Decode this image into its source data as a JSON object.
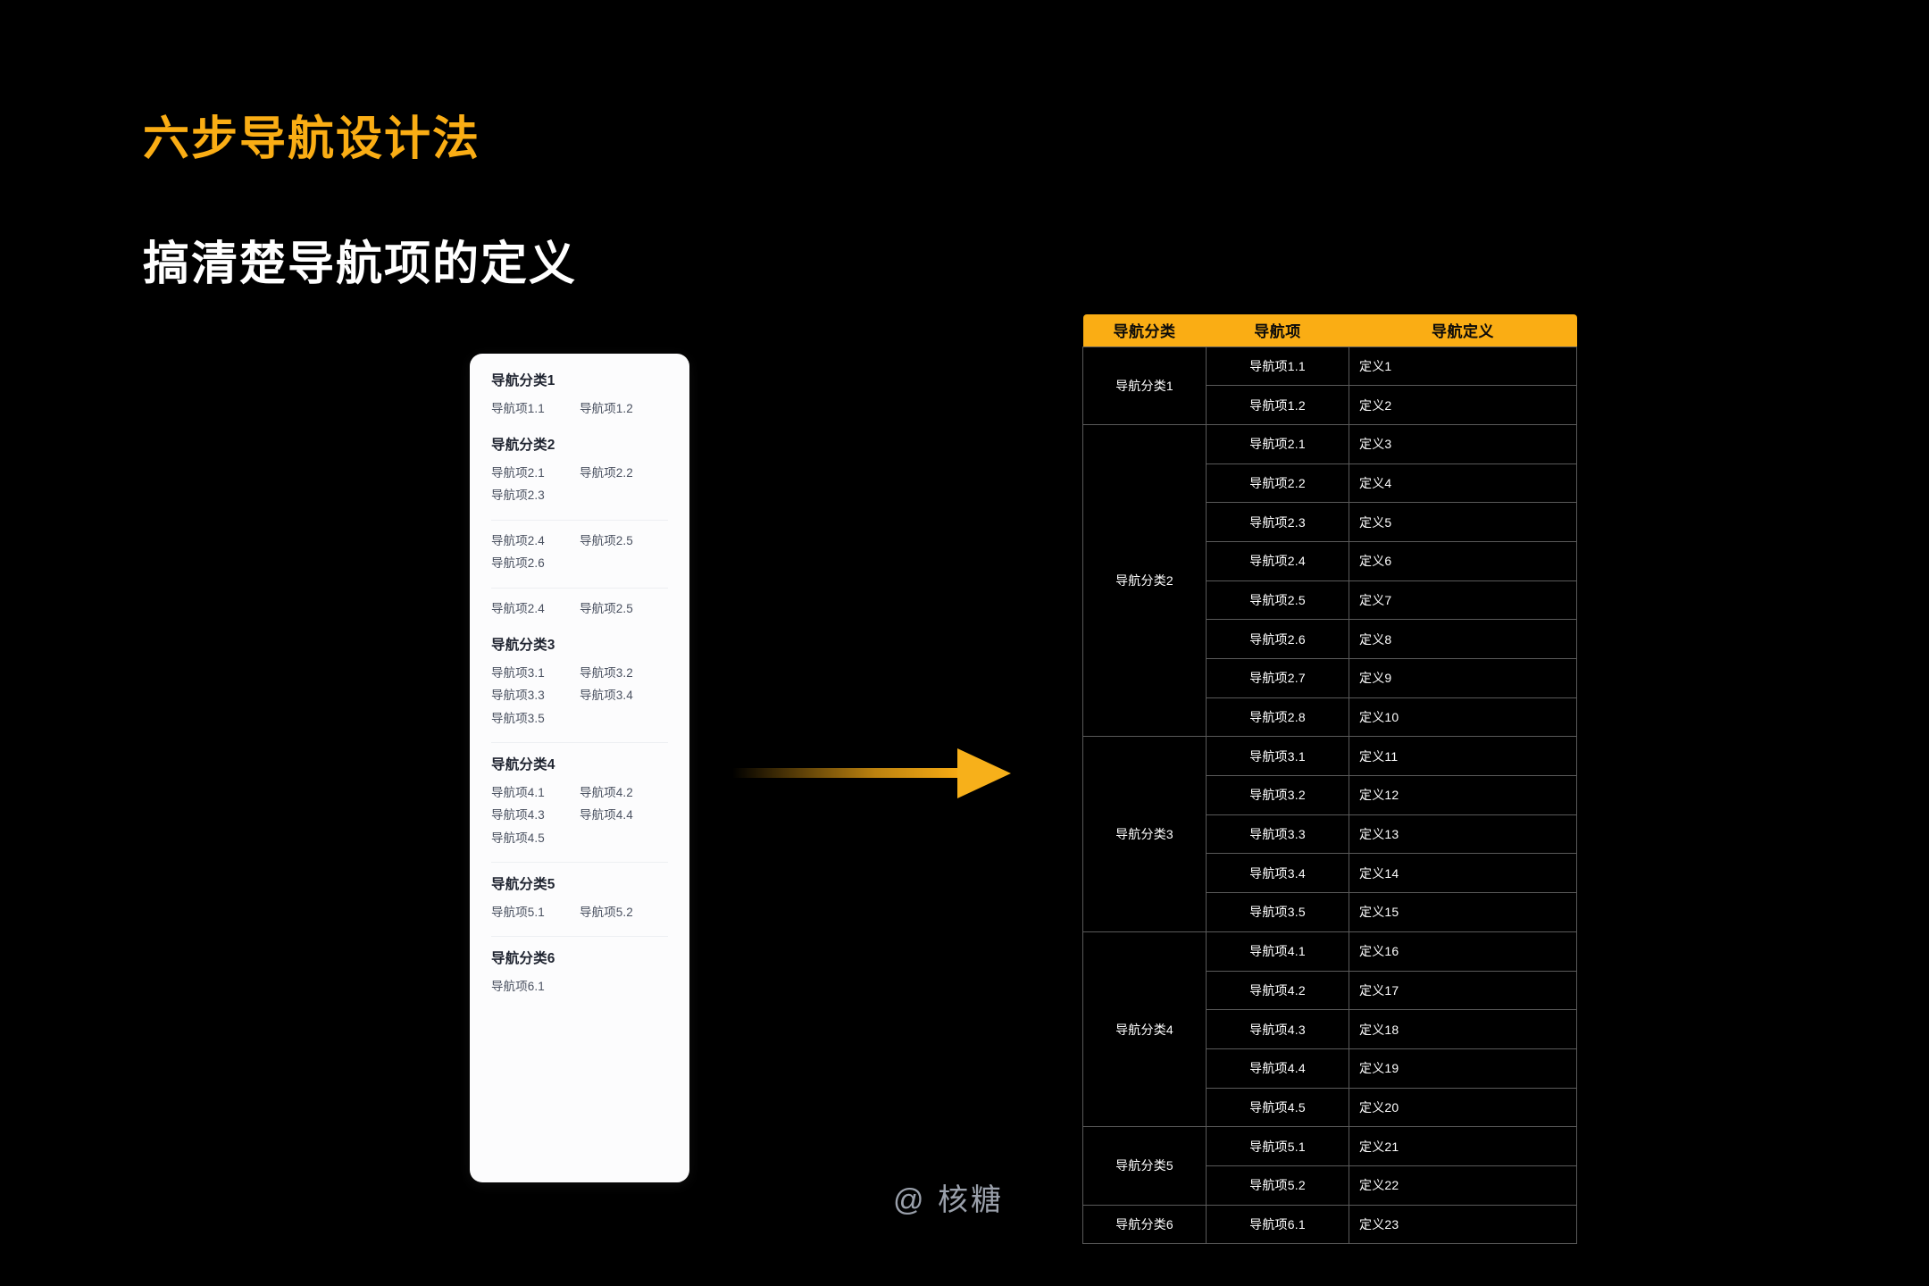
{
  "slide": {
    "title": "六步导航设计法",
    "subtitle": "搞清楚导航项的定义",
    "background_color": "#000000",
    "accent_color": "#FAAD14",
    "watermark": "@ 核糖"
  },
  "nav_card": {
    "blocks": [
      {
        "type": "group",
        "title": "导航分类1",
        "items": [
          "导航项1.1",
          "导航项1.2"
        ]
      },
      {
        "type": "group",
        "title": "导航分类2",
        "items": [
          "导航项2.1",
          "导航项2.2",
          "导航项2.3"
        ]
      },
      {
        "type": "divider"
      },
      {
        "type": "items-only",
        "items": [
          "导航项2.4",
          "导航项2.5",
          "导航项2.6"
        ]
      },
      {
        "type": "divider"
      },
      {
        "type": "items-only",
        "items": [
          "导航项2.4",
          "导航项2.5"
        ]
      },
      {
        "type": "group",
        "title": "导航分类3",
        "items": [
          "导航项3.1",
          "导航项3.2",
          "导航项3.3",
          "导航项3.4",
          "导航项3.5"
        ]
      },
      {
        "type": "divider"
      },
      {
        "type": "group",
        "title": "导航分类4",
        "items": [
          "导航项4.1",
          "导航项4.2",
          "导航项4.3",
          "导航项4.4",
          "导航项4.5"
        ]
      },
      {
        "type": "divider"
      },
      {
        "type": "group",
        "title": "导航分类5",
        "items": [
          "导航项5.1",
          "导航项5.2"
        ]
      },
      {
        "type": "divider"
      },
      {
        "type": "group",
        "title": "导航分类6",
        "items": [
          "导航项6.1"
        ]
      }
    ]
  },
  "arrow": {
    "direction": "right",
    "color": "#FAAD14"
  },
  "nav_table": {
    "columns": [
      "导航分类",
      "导航项",
      "导航定义"
    ],
    "header_bg": "#FAAD14",
    "header_text_color": "#0A0A0A",
    "groups": [
      {
        "category": "导航分类1",
        "rows": [
          {
            "item": "导航项1.1",
            "definition": "定义1"
          },
          {
            "item": "导航项1.2",
            "definition": "定义2"
          }
        ]
      },
      {
        "category": "导航分类2",
        "rows": [
          {
            "item": "导航项2.1",
            "definition": "定义3"
          },
          {
            "item": "导航项2.2",
            "definition": "定义4"
          },
          {
            "item": "导航项2.3",
            "definition": "定义5"
          },
          {
            "item": "导航项2.4",
            "definition": "定义6"
          },
          {
            "item": "导航项2.5",
            "definition": "定义7"
          },
          {
            "item": "导航项2.6",
            "definition": "定义8"
          },
          {
            "item": "导航项2.7",
            "definition": "定义9"
          },
          {
            "item": "导航项2.8",
            "definition": "定义10"
          }
        ]
      },
      {
        "category": "导航分类3",
        "rows": [
          {
            "item": "导航项3.1",
            "definition": "定义11"
          },
          {
            "item": "导航项3.2",
            "definition": "定义12"
          },
          {
            "item": "导航项3.3",
            "definition": "定义13"
          },
          {
            "item": "导航项3.4",
            "definition": "定义14"
          },
          {
            "item": "导航项3.5",
            "definition": "定义15"
          }
        ]
      },
      {
        "category": "导航分类4",
        "rows": [
          {
            "item": "导航项4.1",
            "definition": "定义16"
          },
          {
            "item": "导航项4.2",
            "definition": "定义17"
          },
          {
            "item": "导航项4.3",
            "definition": "定义18"
          },
          {
            "item": "导航项4.4",
            "definition": "定义19"
          },
          {
            "item": "导航项4.5",
            "definition": "定义20"
          }
        ]
      },
      {
        "category": "导航分类5",
        "rows": [
          {
            "item": "导航项5.1",
            "definition": "定义21"
          },
          {
            "item": "导航项5.2",
            "definition": "定义22"
          }
        ]
      },
      {
        "category": "导航分类6",
        "rows": [
          {
            "item": "导航项6.1",
            "definition": "定义23"
          }
        ]
      }
    ]
  }
}
